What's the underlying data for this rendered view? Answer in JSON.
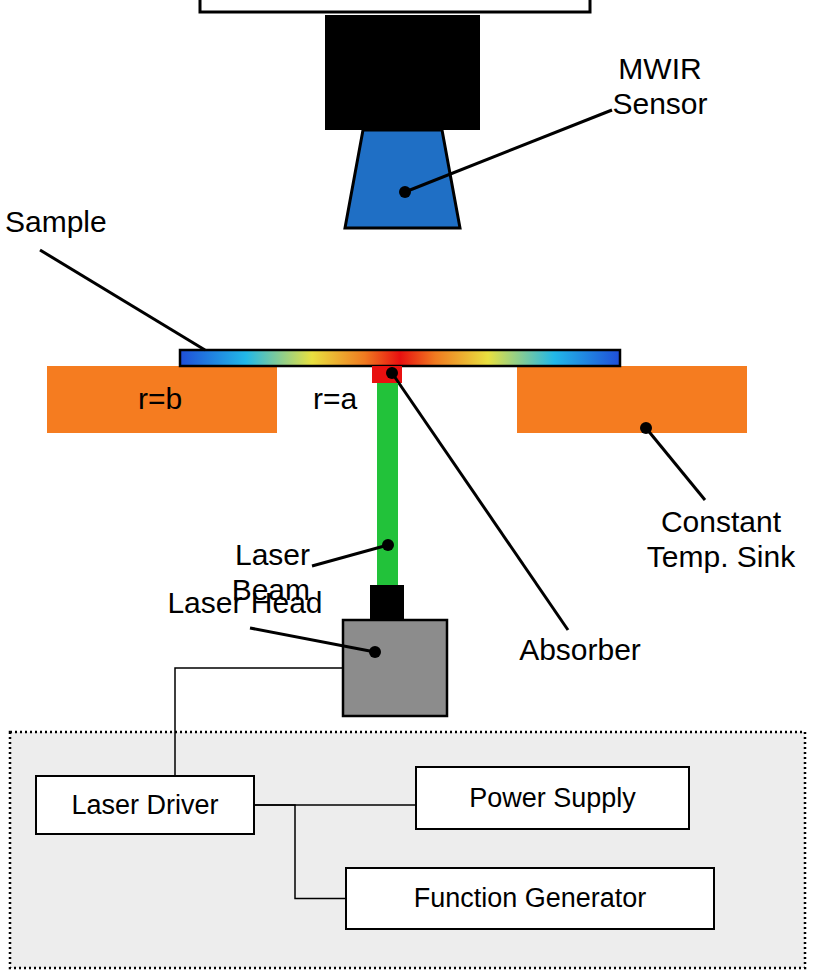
{
  "diagram": {
    "nodes": [
      {
        "text": [
          "Laser Driver"
        ]
      },
      {
        "text": [
          "Power Supply"
        ]
      },
      {
        "text": [
          "Function Generator"
        ]
      }
    ],
    "edges": [
      {
        "from": 0,
        "to": 1,
        "arrow": "none"
      },
      {
        "from": 0,
        "to": 2,
        "arrow": "none"
      }
    ],
    "labels": [
      "MWIR Sensor",
      "Sample",
      "r=b",
      "r=a",
      "Laser Beam",
      "Laser Head",
      "Constant Temp. Sink",
      "Absorber"
    ]
  }
}
